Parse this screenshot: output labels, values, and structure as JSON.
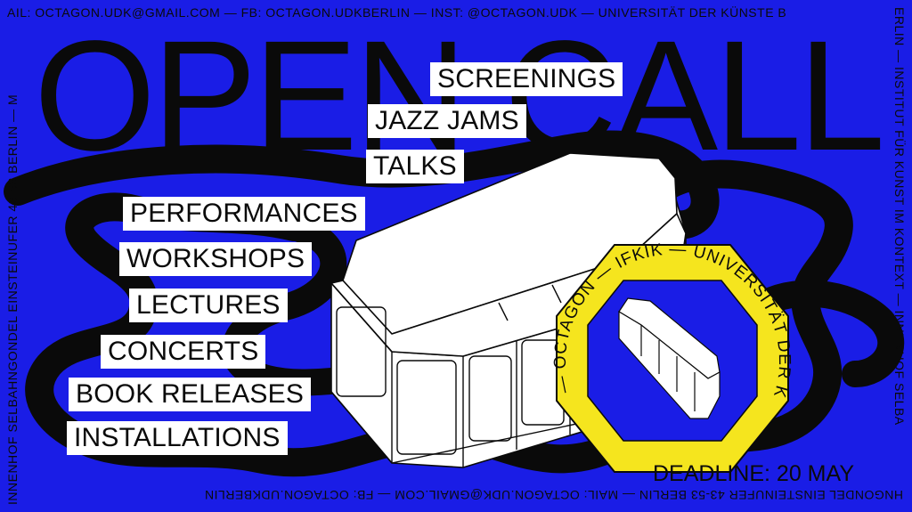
{
  "poster": {
    "title": "OPEN CALL",
    "events": [
      "SCREENINGS",
      "JAZZ JAMS",
      "TALKS",
      "PERFORMANCES",
      "WORKSHOPS",
      "LECTURES",
      "CONCERTS",
      "BOOK RELEASES",
      "INSTALLATIONS"
    ],
    "deadline": "DEADLINE: 20 MAY",
    "badge_text": "— OCTAGON — IFKIK — UNIVERSITÄT DER KÜNSTE",
    "marquee_top": "AIL: OCTAGON.UDK@GMAIL.COM — FB: OCTAGON.UDKBERLIN — INST: @OCTAGON.UDK — UNIVERSITÄT DER KÜNSTE B",
    "marquee_right": "ERLIN — INSTITUT FÜR KUNST IM KONTEXT — INNENHOF SELBA",
    "marquee_bottom": "HNGONDEL EINSTEINUFER 43-53 BERLIN — MAIL: OCTAGON.UDK@GMAIL.COM — FB: OCTAGON.UDKBERLIN",
    "marquee_left": "INNENHOF SELBAHNGONDEL EINSTEINUFER 43-53 BERLIN — M"
  },
  "colors": {
    "background": "#1a1de6",
    "ink": "#0a0a0a",
    "badge": "#f5e51e",
    "label_bg": "#ffffff"
  }
}
